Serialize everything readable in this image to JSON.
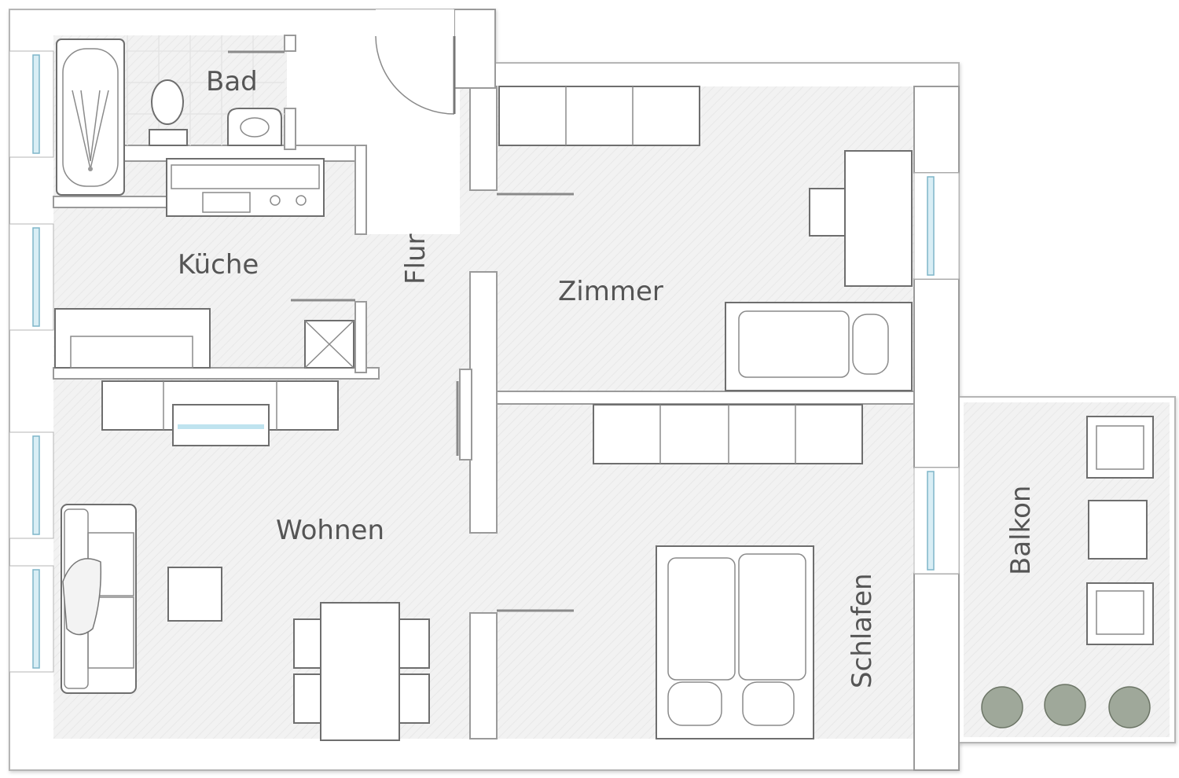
{
  "rooms": {
    "bad": "Bad",
    "kueche": "Küche",
    "flur": "Flur",
    "zimmer": "Zimmer",
    "wohnen": "Wohnen",
    "schlafen": "Schlafen",
    "balkon": "Balkon"
  },
  "colors": {
    "floor": "#f1f1f1",
    "wall": "#ffffff",
    "wall_outline": "#9a9a9a",
    "window_glass": "#bfe3ef",
    "label": "#555555"
  }
}
